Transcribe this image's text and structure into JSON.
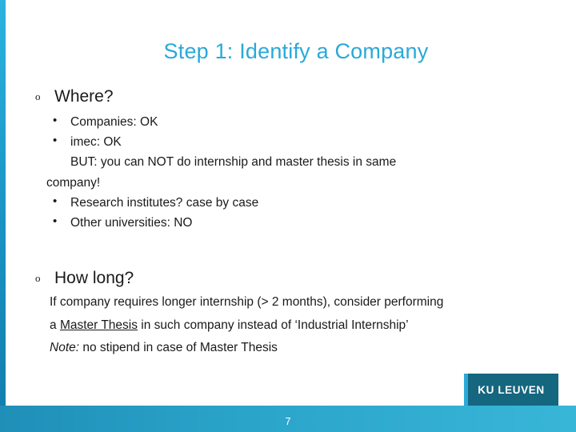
{
  "slide": {
    "title": "Step 1: Identify a Company",
    "number": "7",
    "logo_text": "KU LEUVEN",
    "colors": {
      "title": "#2aa9d8",
      "accent_bar": "#2bb3e0",
      "bottom_band": "#2aa3c9",
      "logo_bg": "#15667f"
    },
    "sections": [
      {
        "heading": "Where?",
        "bullet_icon": "o",
        "items": [
          {
            "marker": "•",
            "text": "Companies: OK"
          },
          {
            "marker": "•",
            "text": "imec: OK"
          },
          {
            "marker": "",
            "text": "BUT: you can NOT do internship and master thesis in same"
          },
          {
            "marker": "",
            "text": "company!"
          },
          {
            "marker": "•",
            "text": "Research institutes? case by case"
          },
          {
            "marker": "•",
            "text": "Other universities: NO"
          }
        ]
      },
      {
        "heading": "How long?",
        "bullet_icon": "o",
        "paragraphs": [
          {
            "parts": [
              {
                "text": "If company requires longer internship (> 2 months), consider performing",
                "style": "normal"
              }
            ]
          },
          {
            "parts": [
              {
                "text": "a ",
                "style": "normal"
              },
              {
                "text": "Master Thesis",
                "style": "underline"
              },
              {
                "text": " in such company instead of ‘Industrial Internship’",
                "style": "normal"
              }
            ]
          },
          {
            "parts": [
              {
                "text": "Note:",
                "style": "italic"
              },
              {
                "text": " no stipend in case of Master Thesis",
                "style": "normal"
              }
            ]
          }
        ]
      }
    ]
  }
}
